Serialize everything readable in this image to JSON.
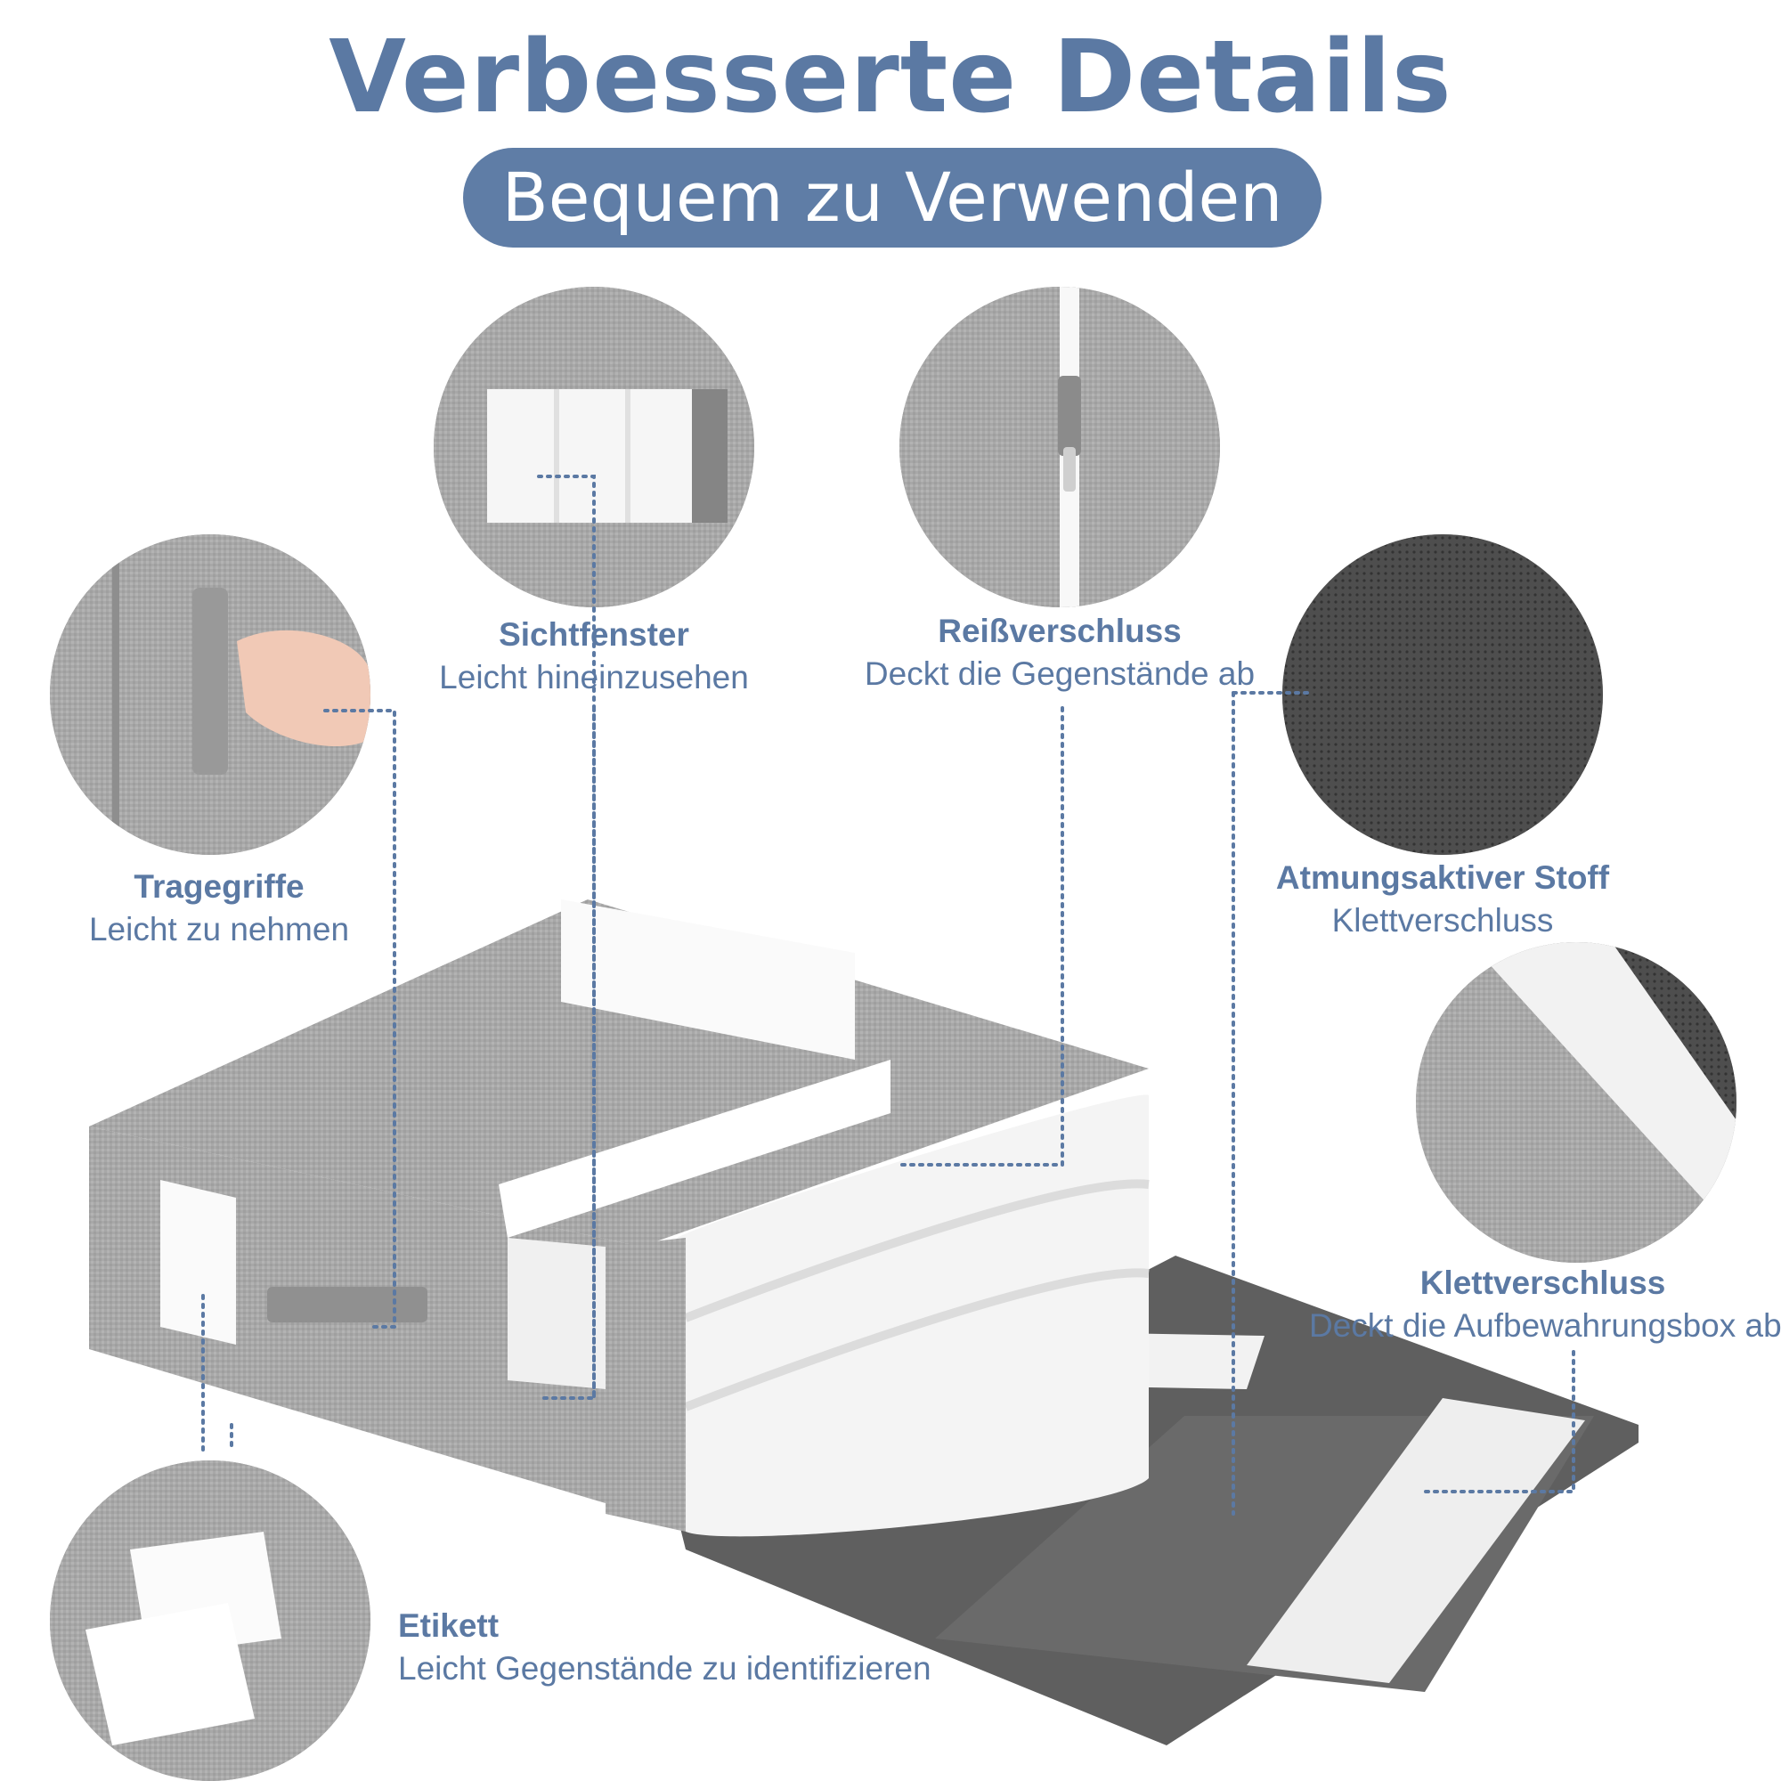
{
  "header": {
    "title": "Verbesserte Details",
    "subtitle": "Bequem zu Verwenden"
  },
  "features": {
    "sichtfenster": {
      "title": "Sichtfenster",
      "desc": "Leicht hineinzusehen"
    },
    "reissverschluss": {
      "title": "Reißverschluss",
      "desc": "Deckt die Gegenstände ab"
    },
    "tragegriffe": {
      "title": "Tragegriffe",
      "desc": "Leicht zu nehmen"
    },
    "atmungsaktiv": {
      "title": "Atmungsaktiver Stoff",
      "desc": "Klettverschluss"
    },
    "klettverschluss": {
      "title": "Klettverschluss",
      "desc": "Deckt die Aufbewahrungsbox ab"
    },
    "etikett": {
      "title": "Etikett",
      "desc": "Leicht Gegenstände zu identifizieren"
    }
  },
  "colors": {
    "accent": "#5b79a3",
    "fabric": "#a9a9a9",
    "fabric_dark": "#6b6b6b"
  }
}
